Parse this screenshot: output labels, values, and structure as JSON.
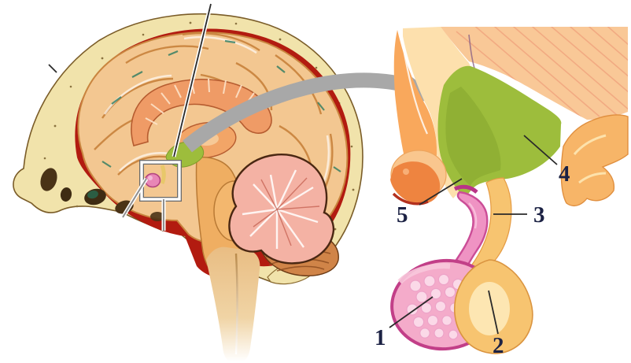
{
  "figure": {
    "labels": [
      {
        "id": "label-1",
        "text": "1"
      },
      {
        "id": "label-2",
        "text": "2"
      },
      {
        "id": "label-3",
        "text": "3"
      },
      {
        "id": "label-4",
        "text": "4"
      },
      {
        "id": "label-5",
        "text": "5"
      }
    ]
  },
  "icons": {
    "zoom_arrow": "thick-curved-arrow-right",
    "inset_box": "magnified-region-rectangle"
  },
  "colors": {
    "skull_bone": "#f1e3ab",
    "bone_speckle": "#8a7340",
    "bone_outline": "#7a5c28",
    "dura_red": "#b21b10",
    "cerebrum": "#f3c791",
    "gyri_line": "#c9853f",
    "sulci_teal": "#2a7a60",
    "corpus_callosum": "#ef9b66",
    "cc_outline": "#b65c30",
    "thalamus": "#f2a567",
    "brainstem": "#efae62",
    "cerebellum": "#f4b2a4",
    "cerebellum_outline": "#4a2712",
    "folia_brown": "#d08448",
    "cord": "#e9bd83",
    "hypothalamus_green": "#9dbd3c",
    "hypothalamus_shade": "#85a52e",
    "tissue_peach": "#f9c897",
    "striation": "#f0a37d",
    "wall_orange": "#f9a85c",
    "wall_light": "#fde0ad",
    "bone_fold": "#f7b568",
    "bone_fold_edge": "#e08f3f",
    "chiasm_orange": "#ee8440",
    "chiasm_red": "#b3301d",
    "stalk_pink": "#ef93c3",
    "stalk_edge": "#cb4d97",
    "anterior_pink": "#f4abca",
    "anterior_rim": "#c23f88",
    "vesicle": "#fbd9e8",
    "vesicle_edge": "#eda3c8",
    "posterior_yellow": "#f7c470",
    "posterior_light": "#fdeab9",
    "posterior_edge": "#da9440",
    "arrow_gray": "#a8a8a8",
    "leader_dark": "#2a2a2a",
    "leader_gray": "#8f8f8f",
    "label_navy": "#1c2244"
  }
}
